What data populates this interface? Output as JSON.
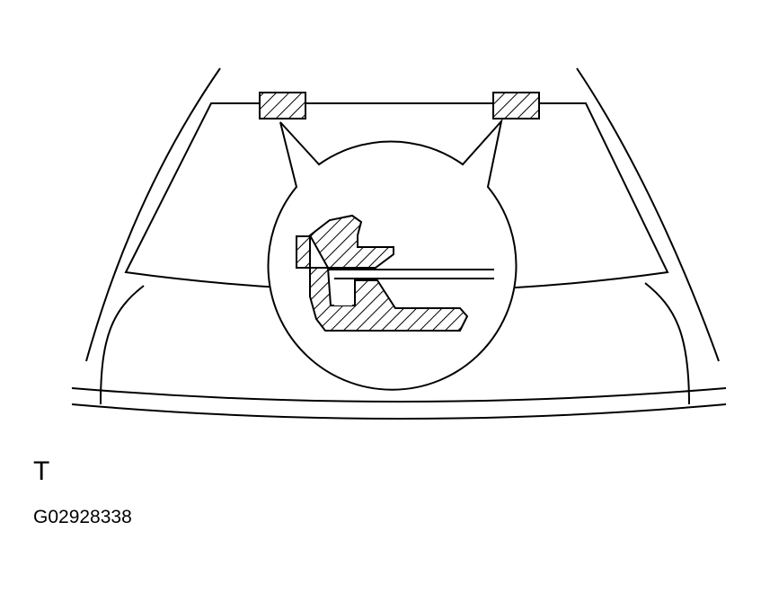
{
  "figure": {
    "view_label": "T",
    "figure_code": "G02928338",
    "colors": {
      "line": "#000000",
      "background": "#ffffff"
    },
    "parts": [
      "windshield-glass",
      "body-a-pillars",
      "cowl-panel",
      "molding-clip-left",
      "molding-clip-right",
      "detail-callout-circle",
      "molding-cross-section",
      "glass-edge-section"
    ]
  }
}
